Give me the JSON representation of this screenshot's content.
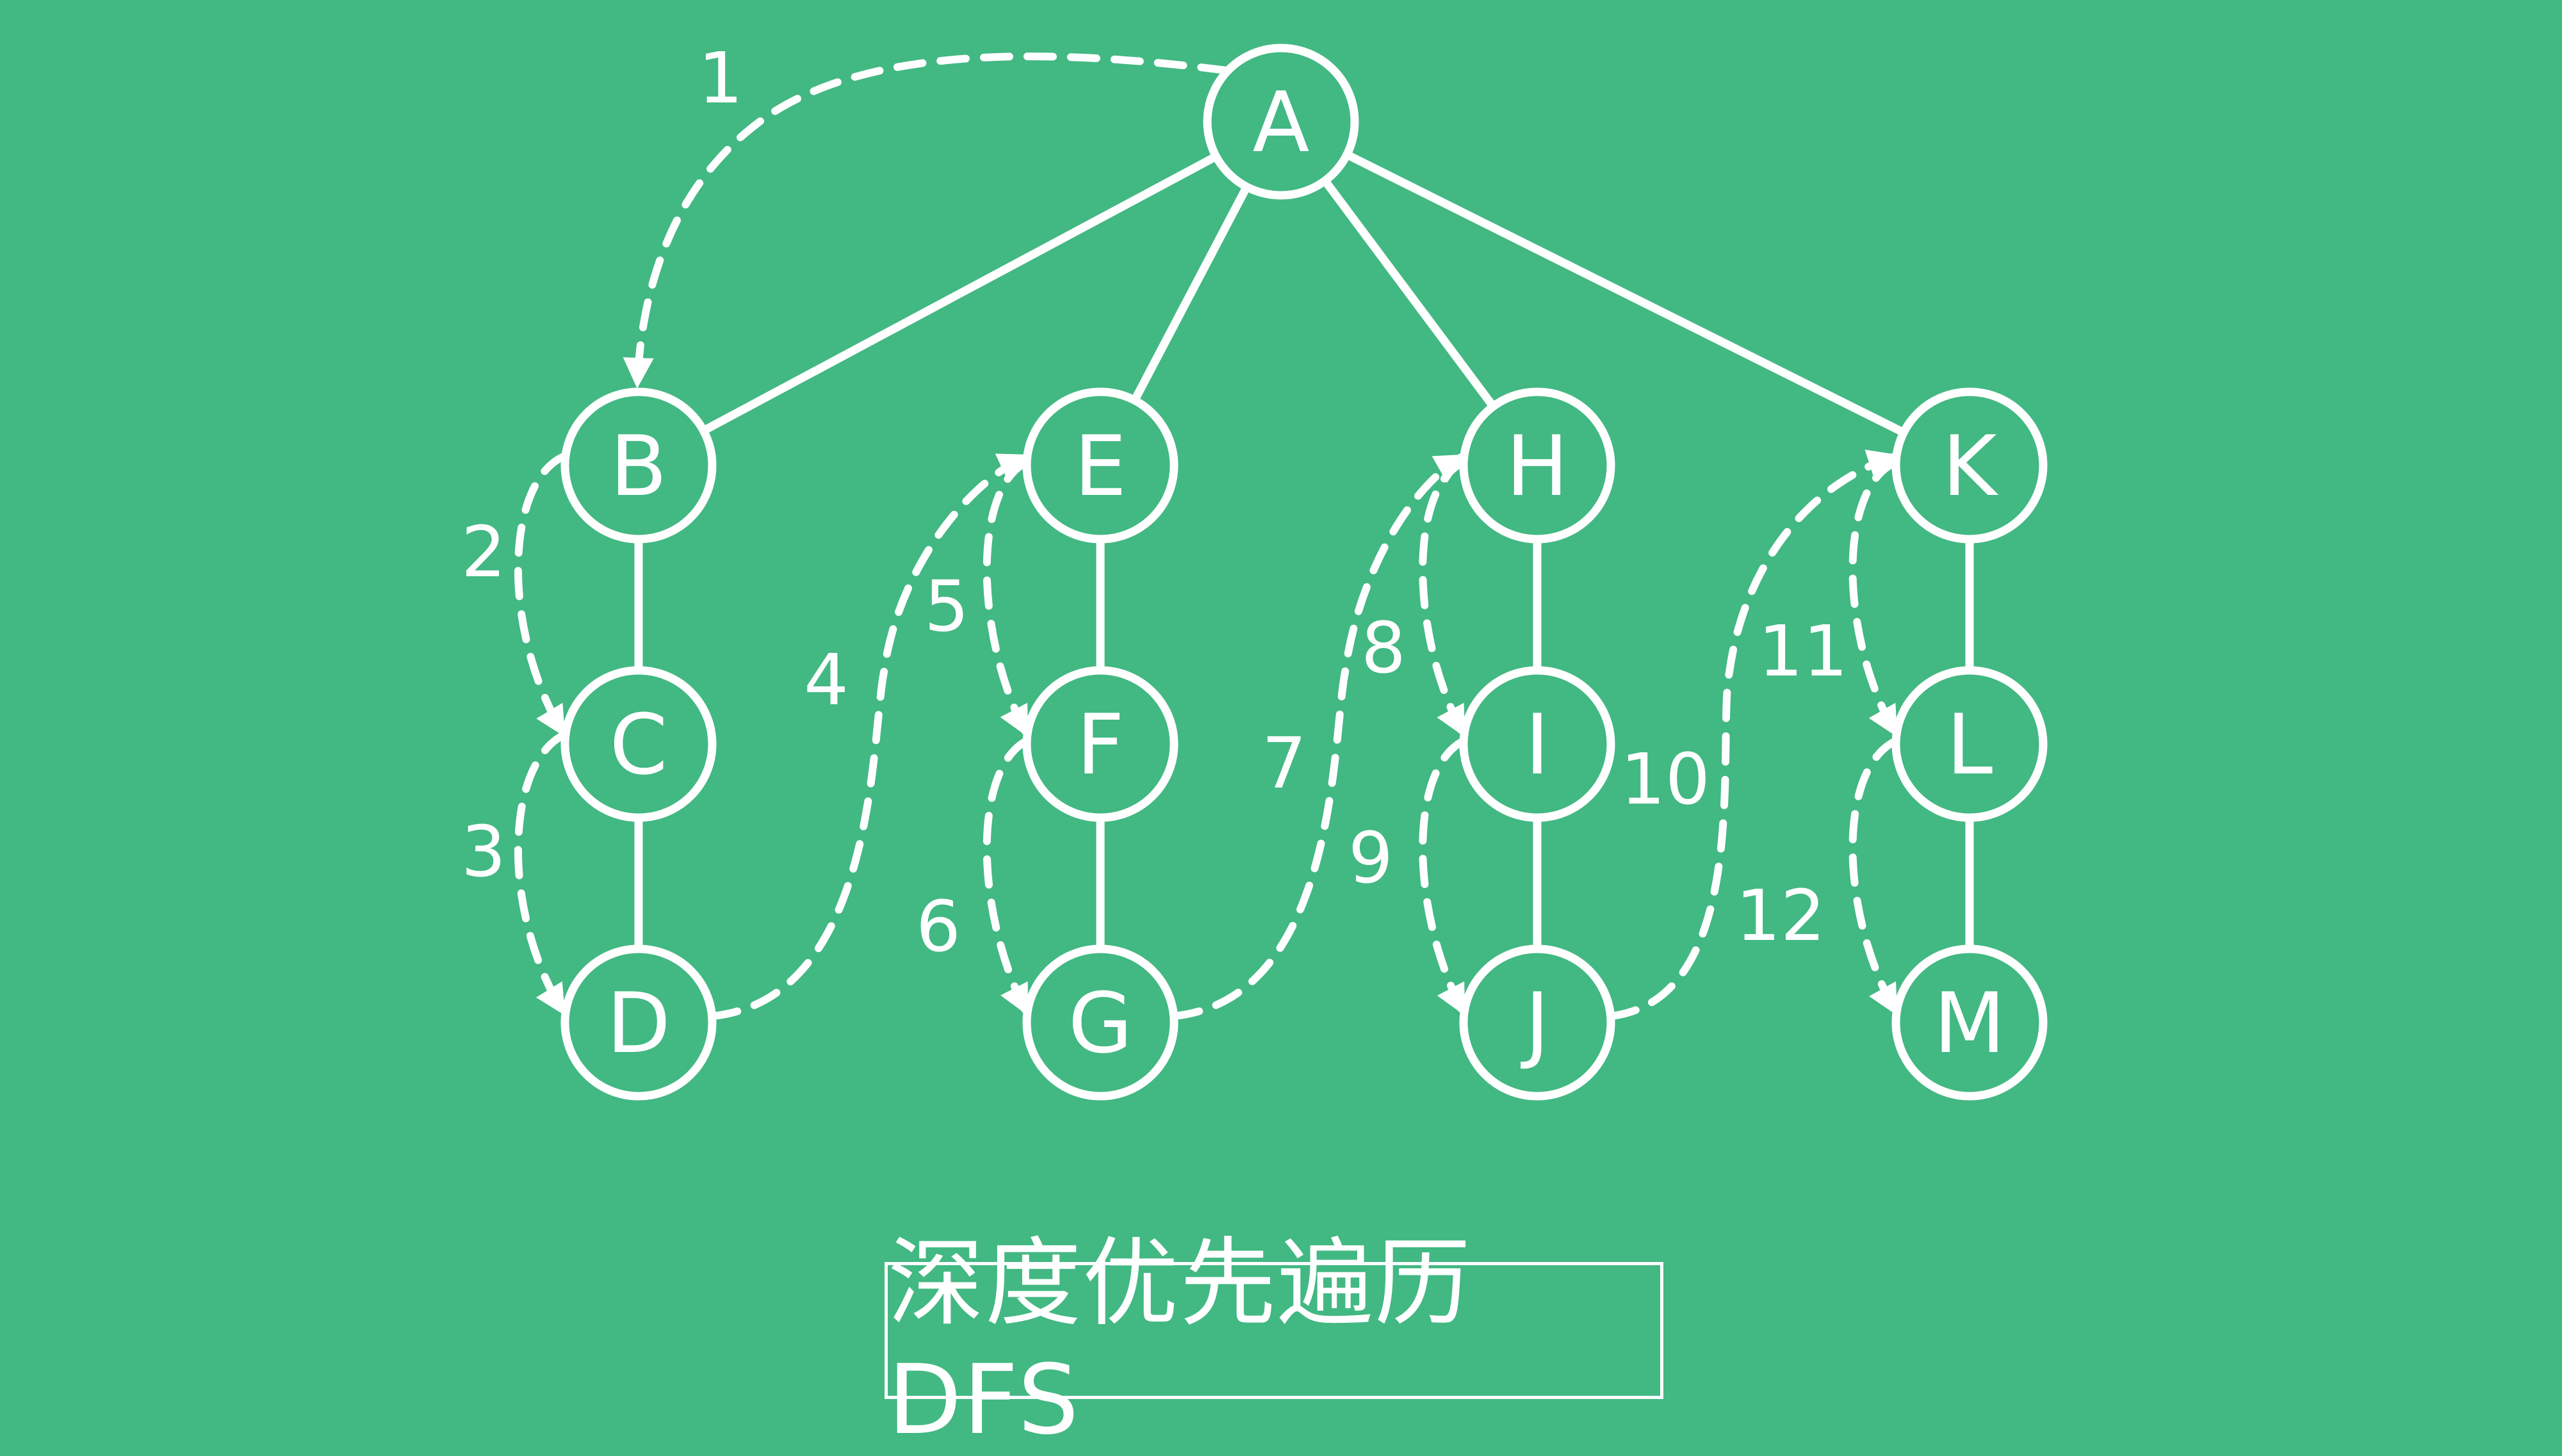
{
  "colors": {
    "background": "#42b883",
    "foreground": "#ffffff"
  },
  "caption": "深度优先遍历DFS",
  "nodes": [
    {
      "id": "A",
      "label": "A"
    },
    {
      "id": "B",
      "label": "B"
    },
    {
      "id": "C",
      "label": "C"
    },
    {
      "id": "D",
      "label": "D"
    },
    {
      "id": "E",
      "label": "E"
    },
    {
      "id": "F",
      "label": "F"
    },
    {
      "id": "G",
      "label": "G"
    },
    {
      "id": "H",
      "label": "H"
    },
    {
      "id": "I",
      "label": "I"
    },
    {
      "id": "J",
      "label": "J"
    },
    {
      "id": "K",
      "label": "K"
    },
    {
      "id": "L",
      "label": "L"
    },
    {
      "id": "M",
      "label": "M"
    }
  ],
  "edges": [
    [
      "A",
      "B"
    ],
    [
      "A",
      "E"
    ],
    [
      "A",
      "H"
    ],
    [
      "A",
      "K"
    ],
    [
      "B",
      "C"
    ],
    [
      "C",
      "D"
    ],
    [
      "E",
      "F"
    ],
    [
      "F",
      "G"
    ],
    [
      "H",
      "I"
    ],
    [
      "I",
      "J"
    ],
    [
      "K",
      "L"
    ],
    [
      "L",
      "M"
    ]
  ],
  "traversal": [
    {
      "step": "1",
      "from": "A",
      "to": "B"
    },
    {
      "step": "2",
      "from": "B",
      "to": "C"
    },
    {
      "step": "3",
      "from": "C",
      "to": "D"
    },
    {
      "step": "4",
      "from": "D",
      "to": "E"
    },
    {
      "step": "5",
      "from": "E",
      "to": "F"
    },
    {
      "step": "6",
      "from": "F",
      "to": "G"
    },
    {
      "step": "7",
      "from": "G",
      "to": "H"
    },
    {
      "step": "8",
      "from": "H",
      "to": "I"
    },
    {
      "step": "9",
      "from": "I",
      "to": "J"
    },
    {
      "step": "10",
      "from": "J",
      "to": "K"
    },
    {
      "step": "11",
      "from": "K",
      "to": "L"
    },
    {
      "step": "12",
      "from": "L",
      "to": "M"
    }
  ]
}
